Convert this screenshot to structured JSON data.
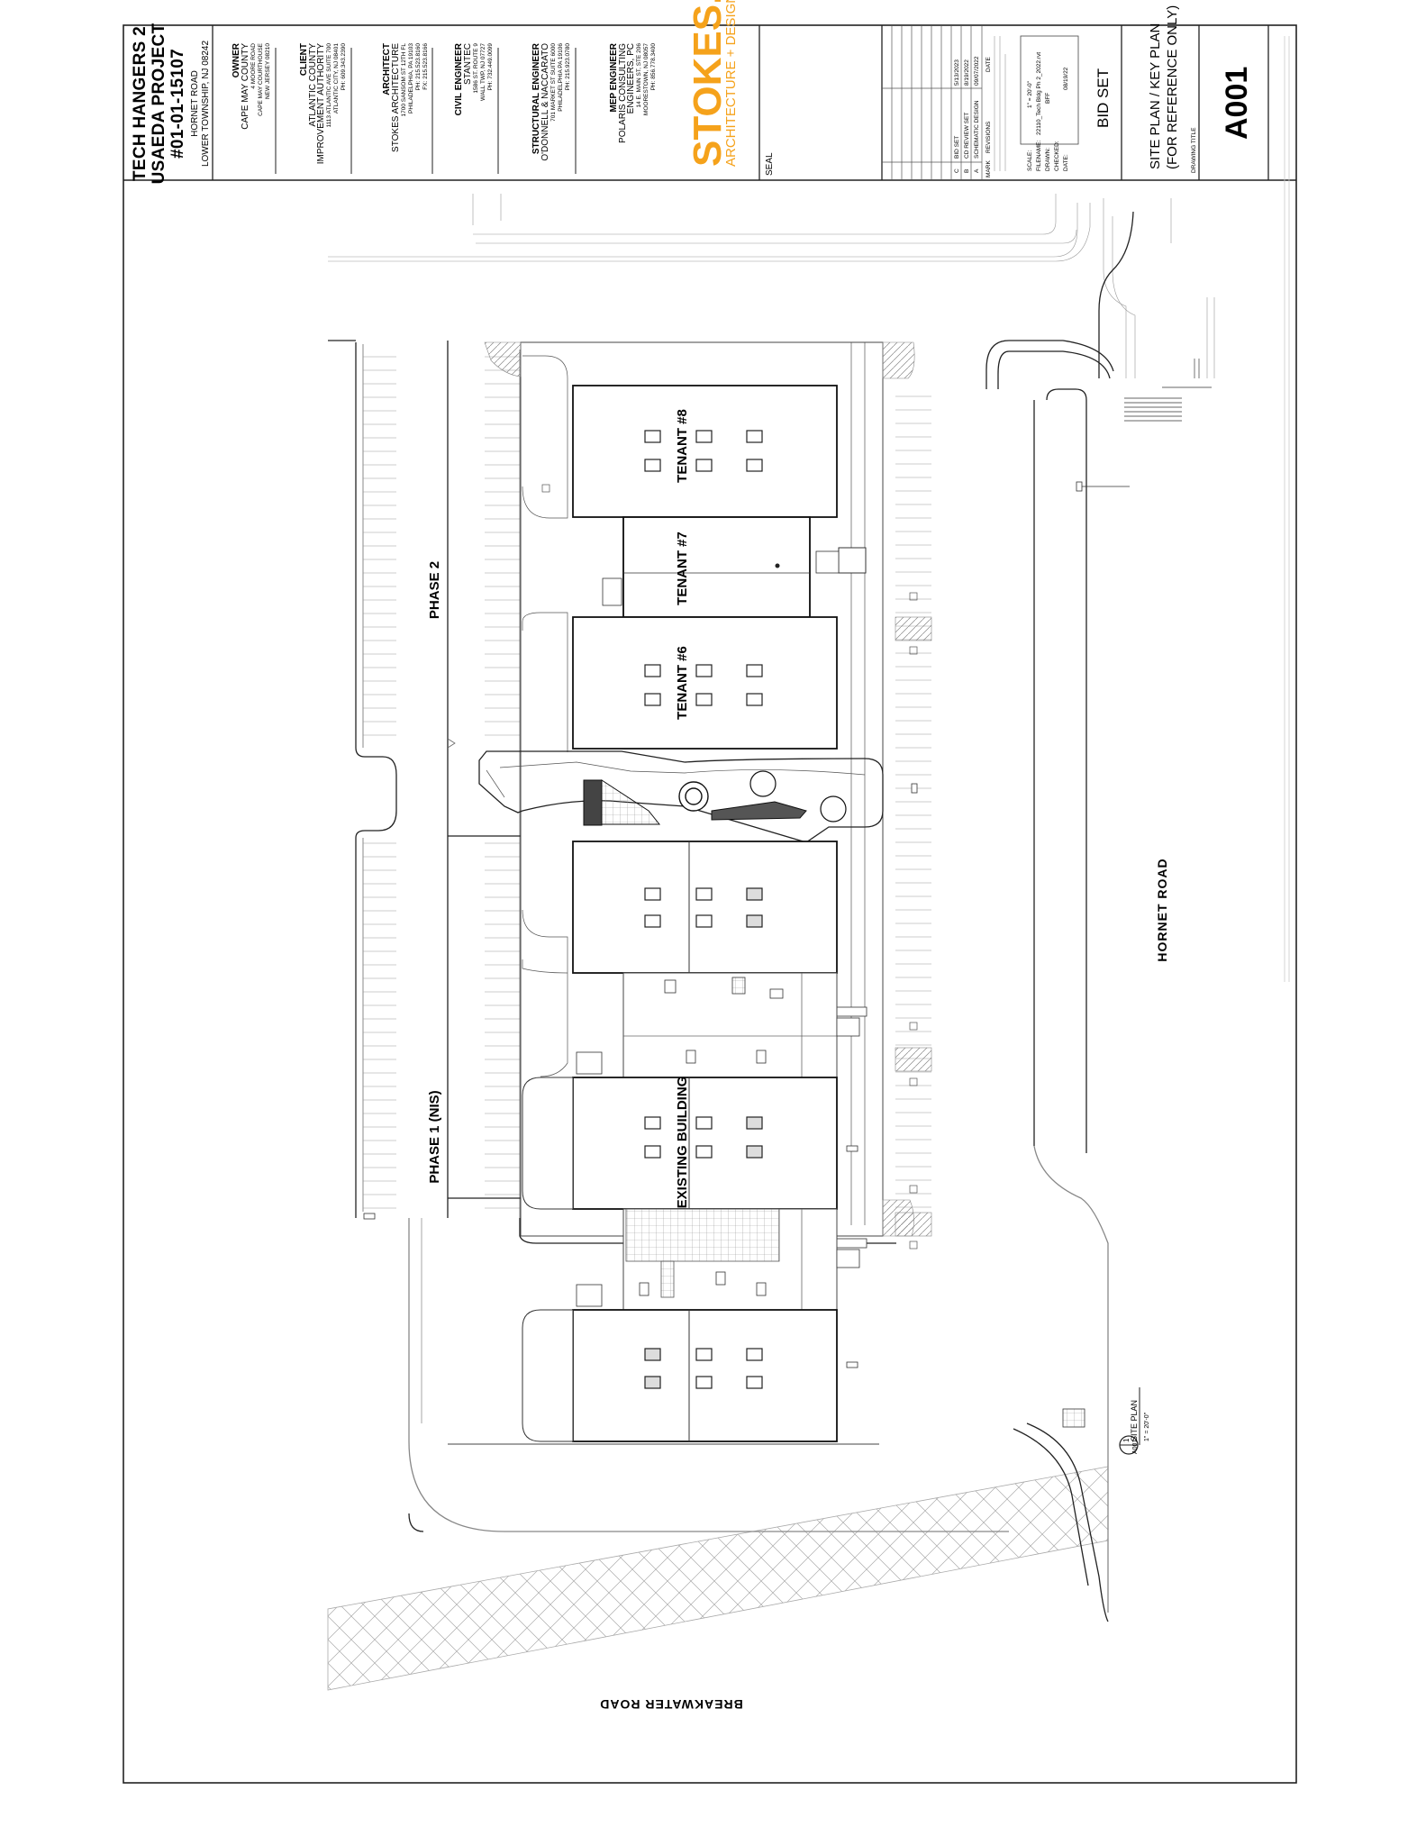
{
  "project": {
    "title_line1": "TECH HANGERS 2",
    "title_line2": "USAEDA PROJECT",
    "number": "#01-01-15107",
    "address1": "HORNET ROAD",
    "address2": "LOWER TOWNSHIP, NJ 08242"
  },
  "team": {
    "owner": {
      "role": "OWNER",
      "lines": [
        "CAPE MAY COUNTY",
        "4 MOORE ROAD",
        "CAPE MAY COURTHOUSE",
        "NEW JERSEY 08210"
      ]
    },
    "client": {
      "role": "CLIENT",
      "lines": [
        "ATLANTIC COUNTY",
        "IMPROVEMENT AUTHORITY",
        "1113 ATLANTIC AVE SUITE 700",
        "ATLANTIC CITY, NJ 08401",
        "PH: 609.343.2390"
      ]
    },
    "architect": {
      "role": "ARCHITECT",
      "lines": [
        "STOKES ARCHITECTURE",
        "1700 SANSOM ST 12TH FL",
        "PHILADELPHIA, PA 19103",
        "PH: 215.523.8160",
        "FX: 215.523.8166"
      ]
    },
    "civil": {
      "role": "CIVIL ENGINEER",
      "lines": [
        "STANTEC",
        "1586 ST. ROUTE 9",
        "WALL TWP, NJ 07727",
        "PH: 732.449.0099"
      ]
    },
    "structural": {
      "role": "STRUCTURAL ENGINEER",
      "lines": [
        "O'DONNELL & NACCARATO",
        "701 MARKET ST SUITE 6000",
        "PHILADELPHIA PA 19106",
        "PH: 215.923.0780"
      ]
    },
    "mep": {
      "role": "MEP ENGINEER",
      "lines": [
        "POLARIS CONSULTING",
        "ENGINEERS, PC",
        "14 E. MAIN ST, STE 206",
        "MOORESTOWN, NJ 08057",
        "PH: 856.778.3400"
      ]
    }
  },
  "logo": {
    "name": "STOKES.",
    "tagline": "ARCHITECTURE + DESIGN",
    "color": "#f5a21b"
  },
  "seal_label": "SEAL",
  "revisions": {
    "headers": [
      "MARK",
      "REVISIONS",
      "DATE"
    ],
    "rows": [
      {
        "mark": "C",
        "desc": "BID SET",
        "date": "5/13/2023"
      },
      {
        "mark": "B",
        "desc": "CD REVIEW SET",
        "date": "8/19/2022"
      },
      {
        "mark": "A",
        "desc": "SCHEMATIC DESIGN",
        "date": "09/07/2022"
      }
    ]
  },
  "sheet_info": {
    "scale_label": "SCALE:",
    "scale": "1\" = 20'-0\"",
    "filename_label": "FILENAME:",
    "filename": "22110_Tech Bldg Ph 2_2022.rvt",
    "drawn_label": "DRAWN:",
    "drawn": "BFF",
    "checked_label": "CHECKED:",
    "checked": "",
    "date_label": "DATE:",
    "date": "08/19/22"
  },
  "set_name": "BID SET",
  "drawing_title_line1": "SITE PLAN / KEY PLAN",
  "drawing_title_line2": "(FOR REFERENCE ONLY)",
  "drawing_title_label": "DRAWING TITLE",
  "sheet_number": "A001",
  "plan": {
    "labels": {
      "tenant8": "TENANT #8",
      "tenant7": "TENANT #7",
      "tenant6": "TENANT #6",
      "existing": "EXISTING BUILDING",
      "phase2": "PHASE 2",
      "phase1": "PHASE 1 (NIS)",
      "hornet": "HORNET  ROAD",
      "breakwater": "BREAKWATER  ROAD"
    },
    "view_tag": {
      "number": "1",
      "sheet": "A001",
      "title": "SITE PLAN",
      "scale": "1\" = 20'-0\""
    }
  }
}
